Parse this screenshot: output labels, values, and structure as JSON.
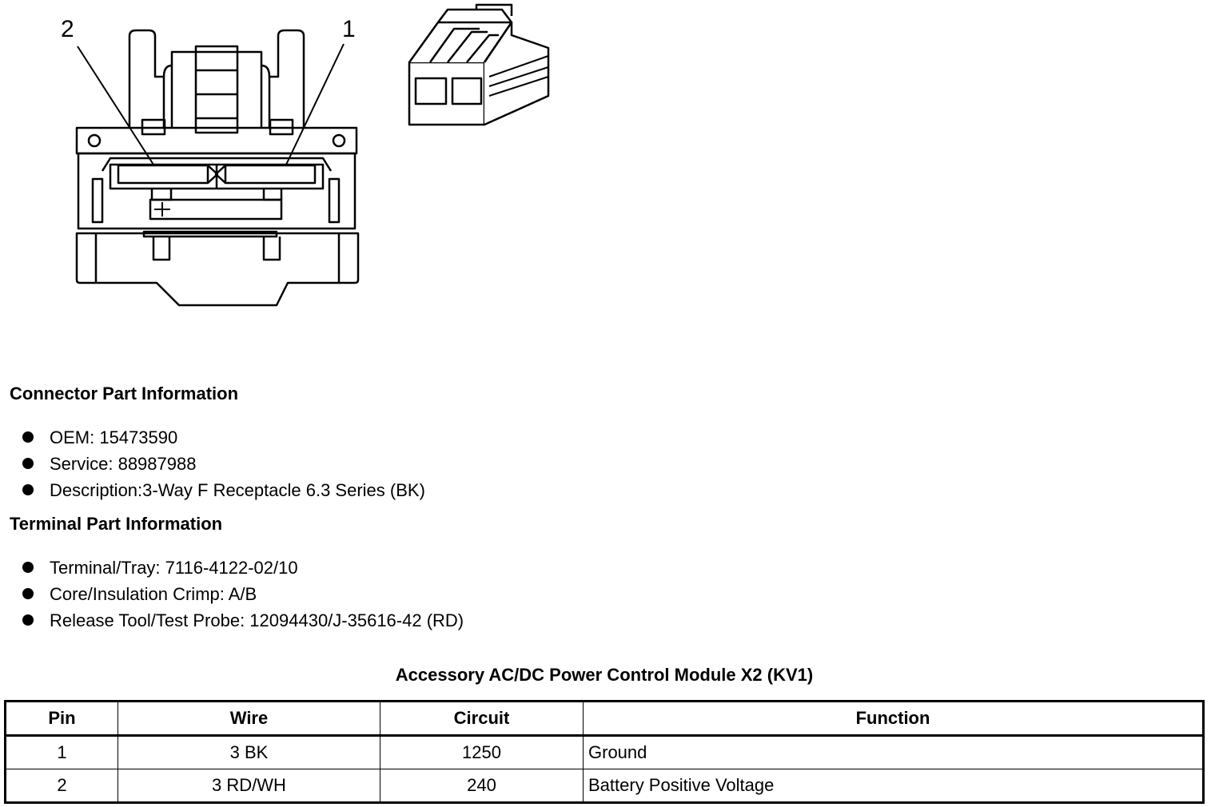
{
  "diagram": {
    "pin_labels": [
      "2",
      "1"
    ]
  },
  "connector_info": {
    "heading": "Connector Part Information",
    "items": [
      "OEM: 15473590",
      "Service: 88987988",
      "Description:3-Way F Receptacle 6.3 Series (BK)"
    ]
  },
  "terminal_info": {
    "heading": "Terminal Part Information",
    "items": [
      "Terminal/Tray: 7116-4122-02/10",
      "Core/Insulation Crimp: A/B",
      "Release Tool/Test Probe: 12094430/J-35616-42 (RD)"
    ]
  },
  "table": {
    "title": "Accessory AC/DC Power Control Module X2 (KV1)",
    "headers": [
      "Pin",
      "Wire",
      "Circuit",
      "Function"
    ],
    "rows": [
      [
        "1",
        "3 BK",
        "1250",
        "Ground"
      ],
      [
        "2",
        "3 RD/WH",
        "240",
        "Battery Positive Voltage"
      ]
    ]
  }
}
